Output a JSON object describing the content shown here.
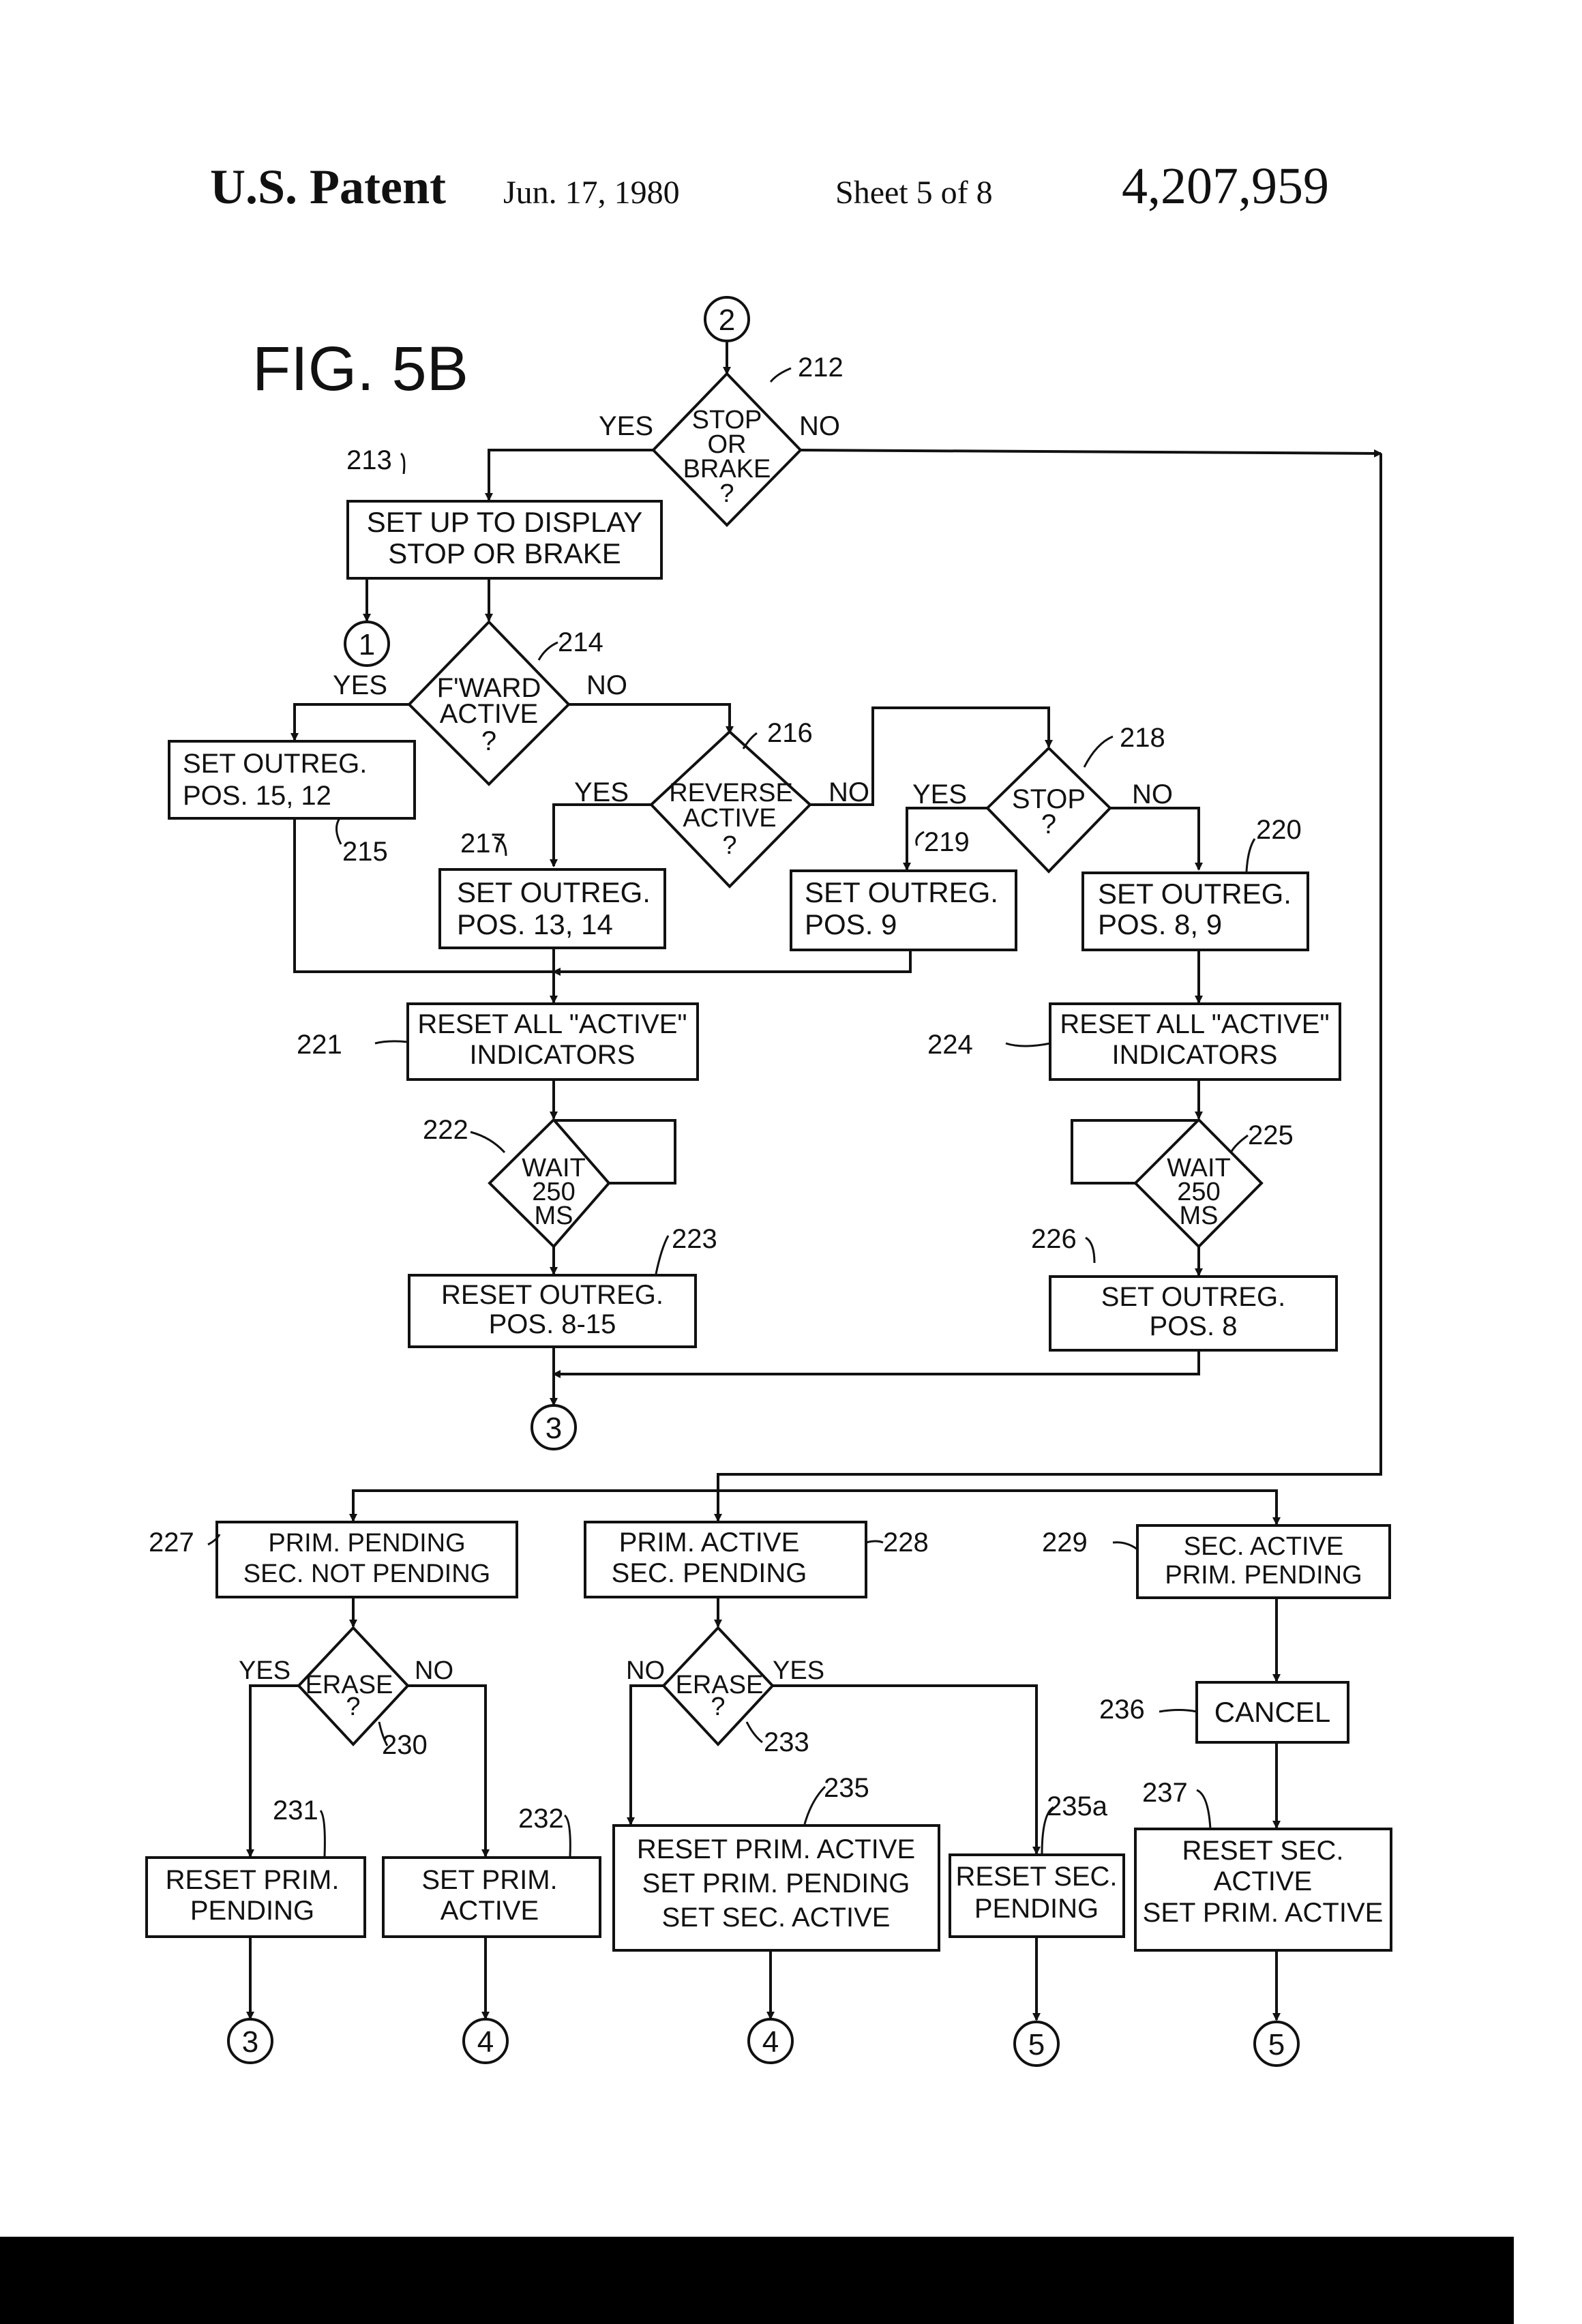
{
  "header": {
    "title": "U.S. Patent",
    "date": "Jun. 17, 1980",
    "sheet": "Sheet 5 of 8",
    "patent_number": "4,207,959"
  },
  "figure_label": "FIG. 5B",
  "connectors": {
    "c2_top": "2",
    "c1": "1",
    "c3_mid": "3",
    "c3_bot": "3",
    "c4_a": "4",
    "c4_b": "4",
    "c5_a": "5",
    "c5_b": "5"
  },
  "decisions": {
    "d212": [
      "STOP",
      "OR",
      "BRAKE",
      "?"
    ],
    "d214": [
      "F'WARD",
      "ACTIVE",
      "?"
    ],
    "d216": [
      "REVERSE",
      "ACTIVE",
      "?"
    ],
    "d218": [
      "STOP",
      "?"
    ],
    "d222": [
      "WAIT",
      "250",
      "MS"
    ],
    "d225": [
      "WAIT",
      "250",
      "MS"
    ],
    "d230": [
      "ERASE",
      "?"
    ],
    "d233": [
      "ERASE",
      "?"
    ]
  },
  "boxes": {
    "b213": [
      "SET UP TO DISPLAY",
      "STOP OR BRAKE"
    ],
    "b215": [
      "SET  OUTREG.",
      "POS.  15, 12"
    ],
    "b217": [
      "SET  OUTREG.",
      "POS.  13, 14"
    ],
    "b219": [
      "SET  OUTREG.",
      "POS.  9"
    ],
    "b220": [
      "SET  OUTREG.",
      "POS.  8, 9"
    ],
    "b221": [
      "RESET ALL \"ACTIVE\"",
      "INDICATORS"
    ],
    "b224": [
      "RESET ALL \"ACTIVE\"",
      "INDICATORS"
    ],
    "b223": [
      "RESET OUTREG.",
      "POS. 8-15"
    ],
    "b226": [
      "SET   OUTREG.",
      "POS. 8"
    ],
    "b227": [
      "PRIM.  PENDING",
      "SEC.  NOT PENDING"
    ],
    "b228": [
      "PRIM.  ACTIVE",
      "SEC.  PENDING"
    ],
    "b229": [
      "SEC.  ACTIVE",
      "PRIM.  PENDING"
    ],
    "b236": [
      "CANCEL"
    ],
    "b231": [
      "RESET  PRIM.",
      "PENDING"
    ],
    "b232": [
      "SET    PRIM.",
      "ACTIVE"
    ],
    "b235": [
      "RESET  PRIM. ACTIVE",
      "SET  PRIM.  PENDING",
      "SET  SEC.  ACTIVE"
    ],
    "b235a": [
      "RESET  SEC.",
      "PENDING"
    ],
    "b237": [
      "RESET   SEC.",
      "ACTIVE",
      "SET  PRIM.  ACTIVE"
    ]
  },
  "ref_numbers": {
    "r212": "212",
    "r213": "213",
    "r214": "214",
    "r215": "215",
    "r216": "216",
    "r217": "217",
    "r218": "218",
    "r219": "219",
    "r220": "220",
    "r221": "221",
    "r222": "222",
    "r223": "223",
    "r224": "224",
    "r225": "225",
    "r226": "226",
    "r227": "227",
    "r228": "228",
    "r229": "229",
    "r230": "230",
    "r231": "231",
    "r232": "232",
    "r233": "233",
    "r235": "235",
    "r235a": "235a",
    "r236": "236",
    "r237": "237"
  },
  "branch_labels": {
    "yes": "YES",
    "no": "NO"
  }
}
